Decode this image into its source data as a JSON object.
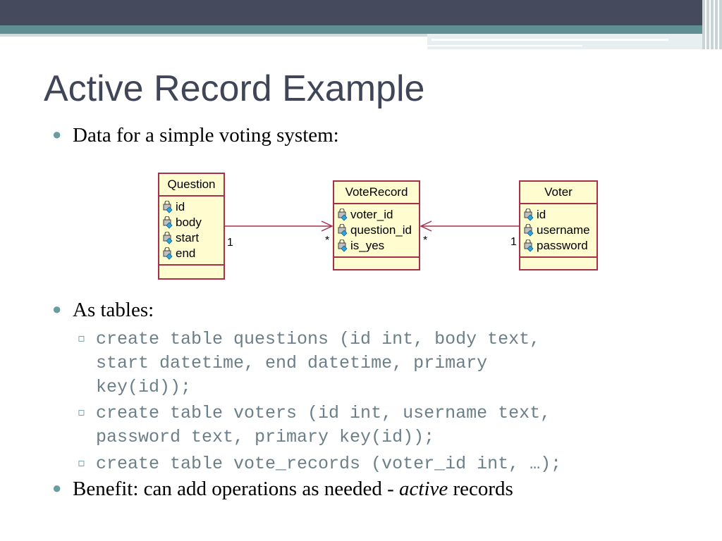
{
  "slide": {
    "title": "Active Record Example",
    "bullet1": "Data for a simple voting system:",
    "bullet2": "As tables:",
    "sub1": [
      "create table questions (id int, body text,",
      "start datetime, end datetime, primary",
      "key(id));"
    ],
    "sub2": [
      "create table voters (id int, username text,",
      "password text, primary key(id));"
    ],
    "sub3": "create table vote_records (voter_id int, …);",
    "bullet3_pre": "Benefit: can add operations as needed - ",
    "bullet3_em": "active",
    "bullet3_post": " records"
  },
  "diagram": {
    "question": {
      "name": "Question",
      "attrs": [
        "id",
        "body",
        "start",
        "end"
      ]
    },
    "voterecord": {
      "name": "VoteRecord",
      "attrs": [
        "voter_id",
        "question_id",
        "is_yes"
      ]
    },
    "voter": {
      "name": "Voter",
      "attrs": [
        "id",
        "username",
        "password"
      ]
    },
    "multiplicities": {
      "q_one": "1",
      "vr_left_many": "*",
      "vr_right_many": "*",
      "v_one": "1"
    }
  },
  "colors": {
    "header": "#454a5c",
    "accent": "#5f8f92",
    "title": "#404657",
    "code": "#6b7f88",
    "uml_border": "#a8304a",
    "uml_fill": "#fffccf"
  },
  "icons": {
    "attribute": "key-attribute-icon",
    "bullet": "bullet-dot-icon",
    "sub_bullet": "square-bullet-icon"
  }
}
